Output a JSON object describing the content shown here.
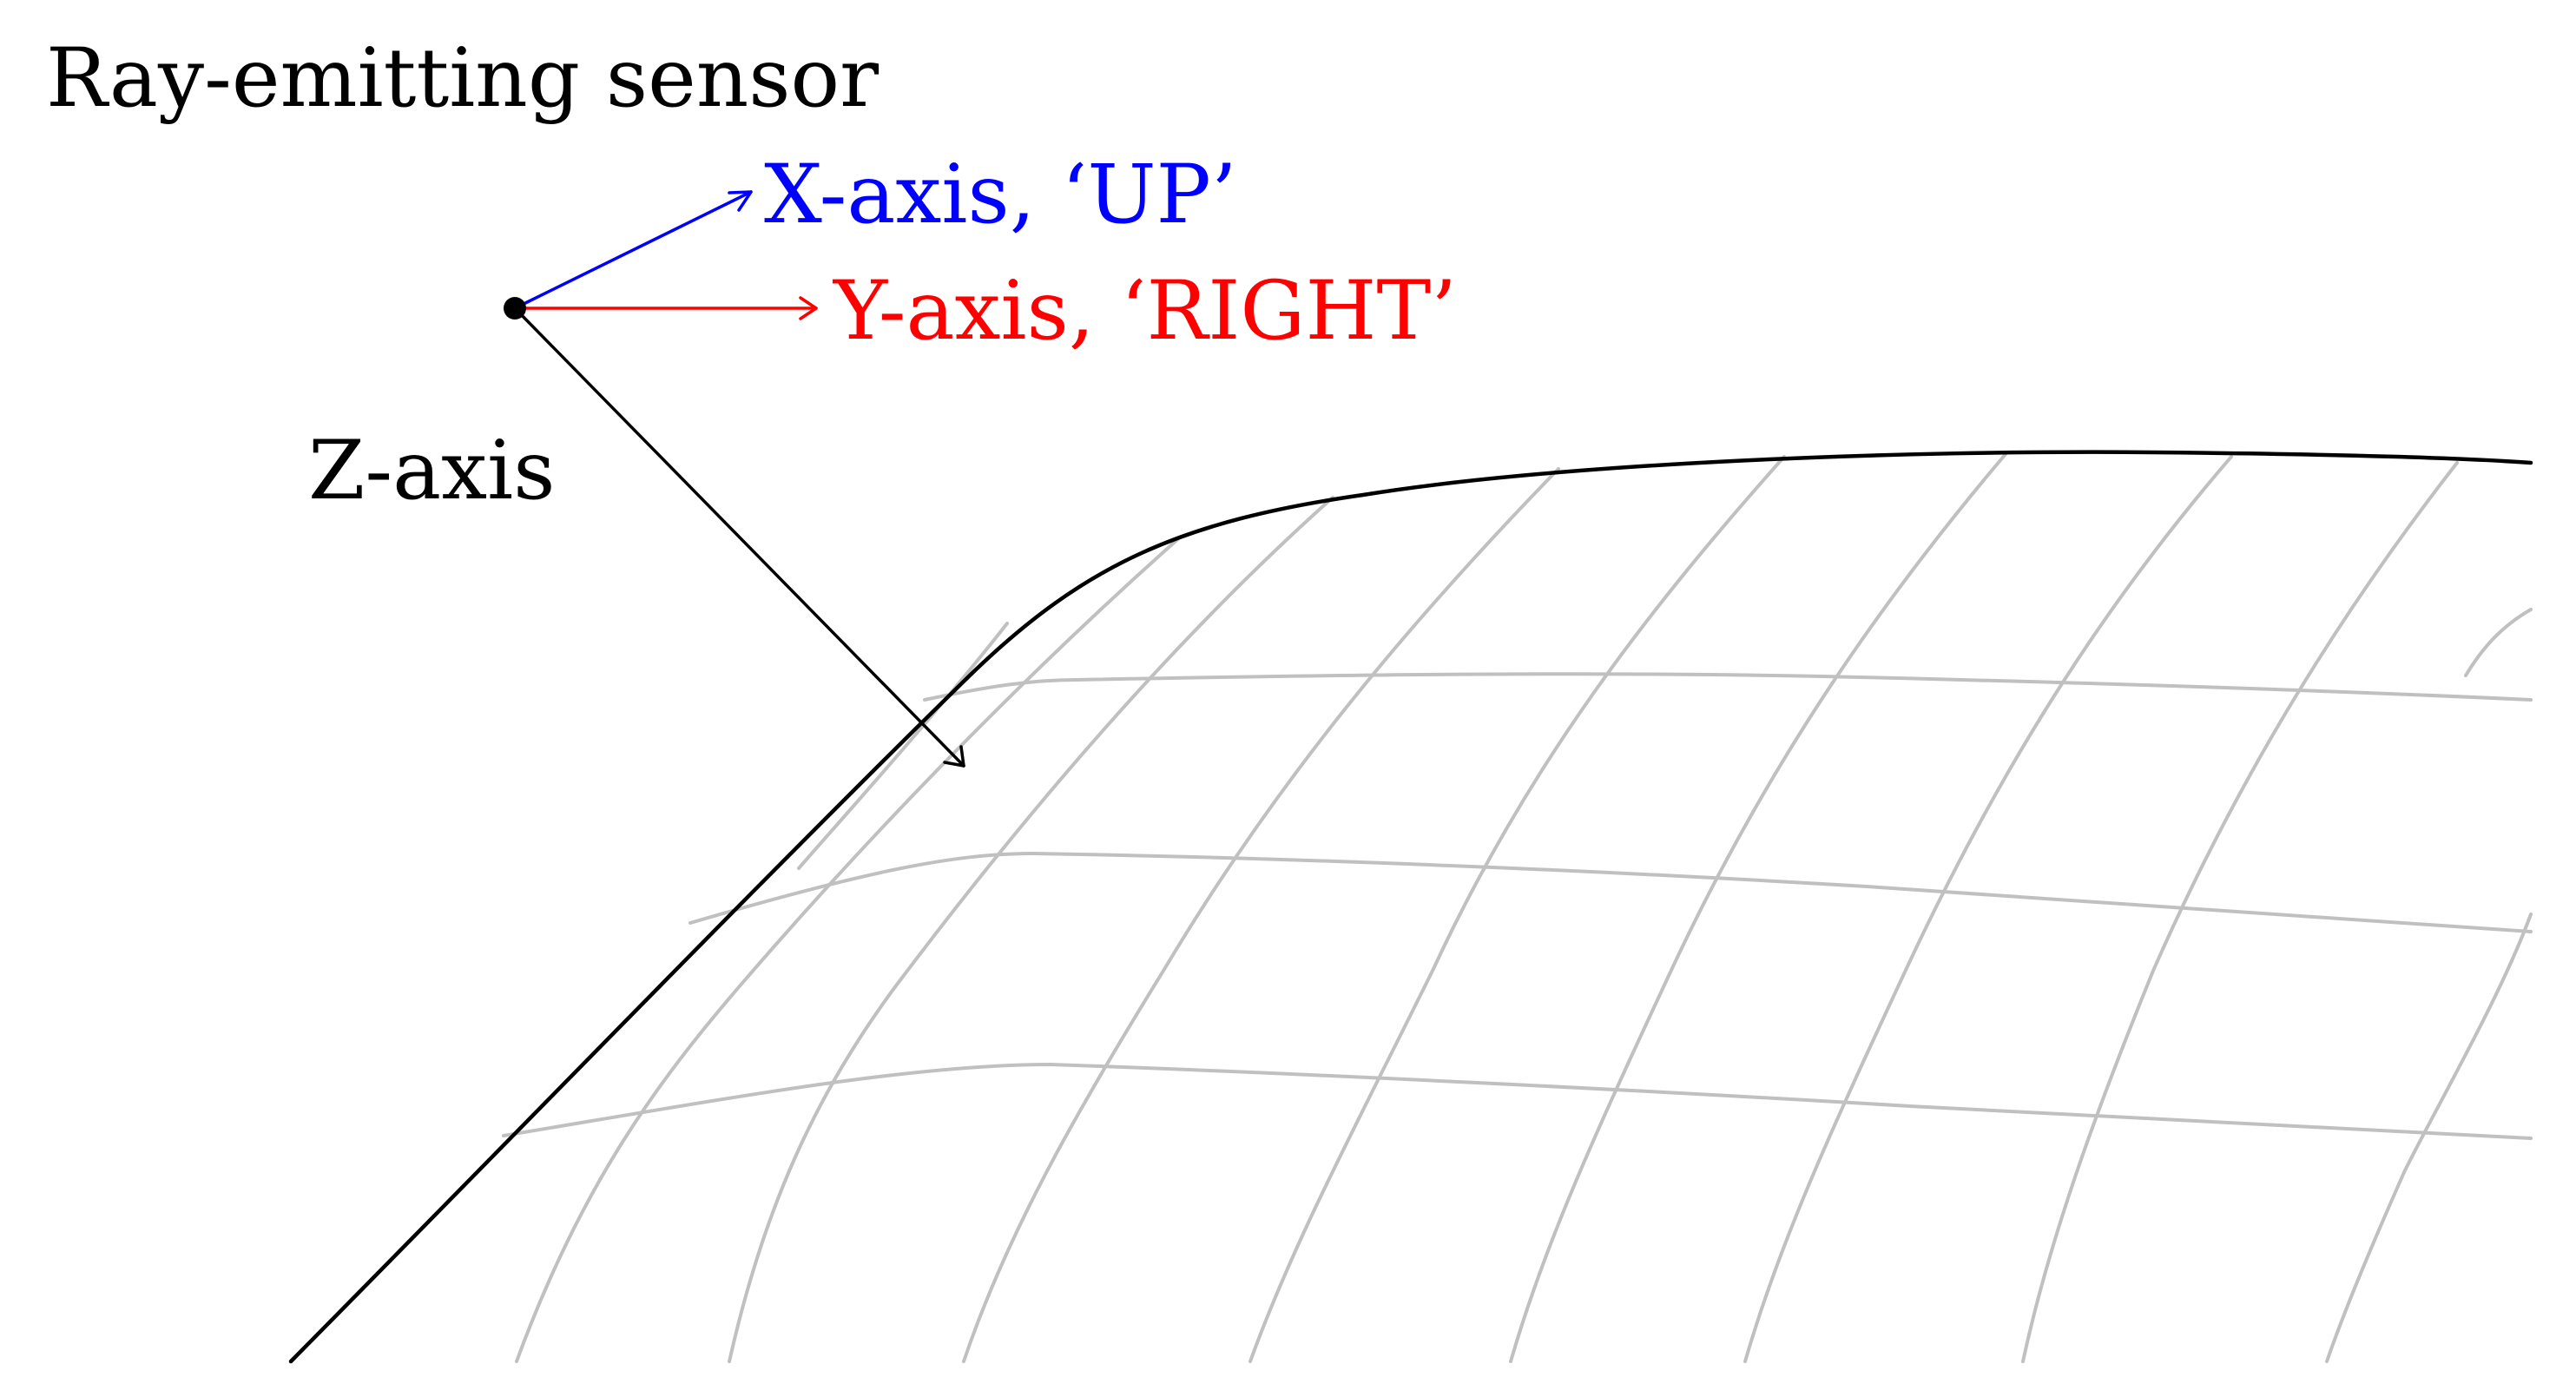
{
  "labels": {
    "title": "Ray-emitting sensor",
    "x_axis": "X-axis, ‘UP’",
    "y_axis": "Y-axis, ‘RIGHT’",
    "z_axis": "Z-axis"
  },
  "colors": {
    "background": "#ffffff",
    "text": "#000000",
    "x_axis": "#0000ff",
    "y_axis": "#ff0000",
    "z_axis": "#000000",
    "grid": "#c0c0c0",
    "surface_edge": "#000000",
    "sensor_point": "#000000"
  }
}
